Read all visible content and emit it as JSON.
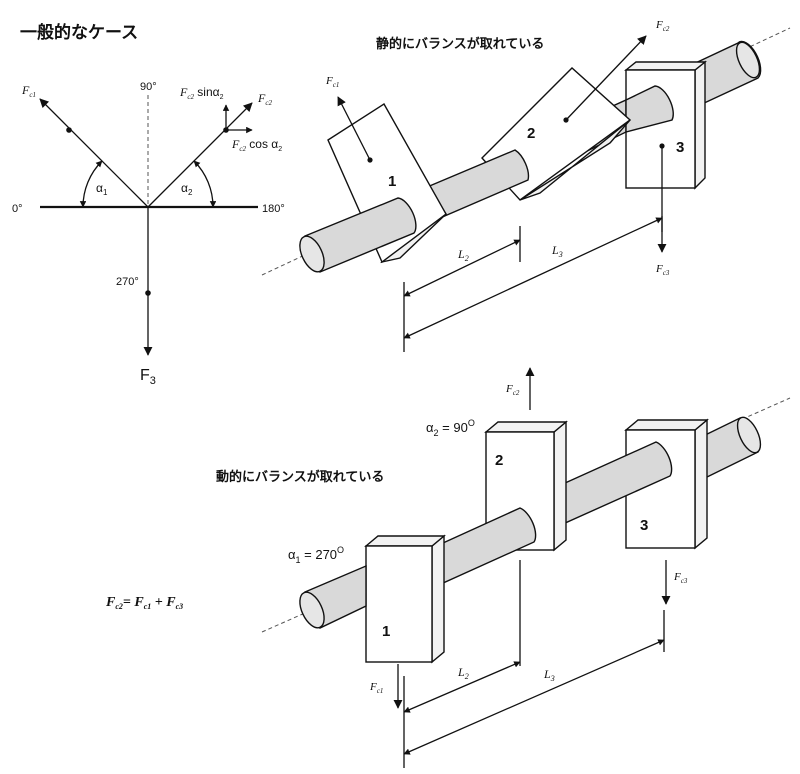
{
  "general": {
    "title": "一般的なケース",
    "angle_0": "0°",
    "angle_90": "90°",
    "angle_180": "180°",
    "angle_270": "270°",
    "alpha1": "α",
    "alpha1_sub": "1",
    "alpha2": "α",
    "alpha2_sub": "2",
    "fc1": "F",
    "fc1_sub": "c1",
    "fc2": "F",
    "fc2_sub": "c2",
    "fc2_sin": "F",
    "fc2_sin_sub": "c2",
    "fc2_sin_text": " sinα",
    "fc2_sin_sub2": "2",
    "fc2_cos": "F",
    "fc2_cos_sub": "c2",
    "fc2_cos_text": " cos α",
    "fc2_cos_sub2": "2",
    "f3": "F",
    "f3_sub": "3"
  },
  "static": {
    "title": "静的にバランスが取れている",
    "fc1": "F",
    "fc1_sub": "c1",
    "fc2": "F",
    "fc2_sub": "c2",
    "fc3": "F",
    "fc3_sub": "c3",
    "block1": "1",
    "block2": "2",
    "block3": "3",
    "l2": "L",
    "l2_sub": "2",
    "l3": "L",
    "l3_sub": "3"
  },
  "dynamic": {
    "title": "動的にバランスが取れている",
    "alpha1_label": "α",
    "alpha1_sub": "1",
    "alpha1_value": " = 270",
    "alpha1_deg": "O",
    "alpha2_label": "α",
    "alpha2_sub": "2",
    "alpha2_value": " = 90",
    "alpha2_deg": "O",
    "fc1": "F",
    "fc1_sub": "c1",
    "fc2": "F",
    "fc2_sub": "c2",
    "fc3": "F",
    "fc3_sub": "c3",
    "block1": "1",
    "block2": "2",
    "block3": "3",
    "l2": "L",
    "l2_sub": "2",
    "l3": "L",
    "l3_sub": "3"
  },
  "equation": {
    "lhs": "F",
    "lhs_sub": "c2",
    "eq": "= ",
    "t1": "F",
    "t1_sub": "c1",
    "plus": " + ",
    "t2": "F",
    "t2_sub": "c3"
  }
}
